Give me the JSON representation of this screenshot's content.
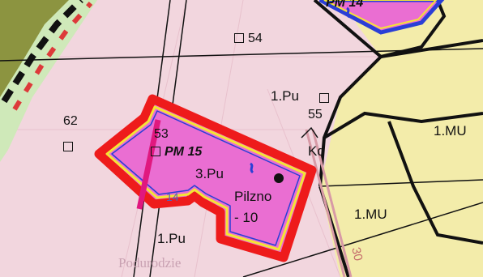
{
  "map": {
    "labels": {
      "pm14_partial": "PM 14",
      "pm15": "PM 15",
      "well_53": "53",
      "well_54": "54",
      "well_55": "55",
      "well_62": "62",
      "zone_1pu_top": "1.Pu",
      "zone_1pu_bottom": "1.Pu",
      "zone_3pu": "3.Pu",
      "zone_1mu_right": "1.MU",
      "zone_1mu_bottom": "1.MU",
      "zone_kd": "Kd",
      "pilzno_line1": "Pilzno",
      "pilzno_line2": "- 10",
      "blue_number": "14",
      "road_number": "30",
      "village_name": "Podurodzie"
    },
    "colors": {
      "pm_area_fill": "#ea6ed2",
      "pm_outline_red": "#ee1b1b",
      "pm_outline_yellow": "#f4e534",
      "pm_outline_blue": "#2a3fd6",
      "residential_zone": "#f3ecaa",
      "industrial_zone": "#f2d6de",
      "boundary_black": "#111111",
      "road_pink": "#d89aa6"
    }
  }
}
